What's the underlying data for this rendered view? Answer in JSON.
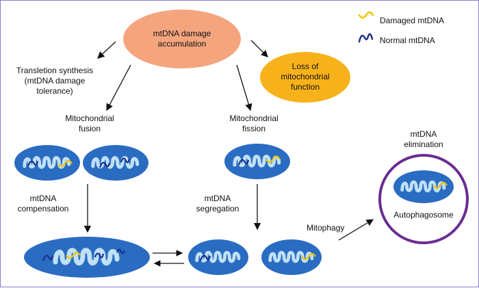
{
  "legend": {
    "damaged": "Damaged mtDNA",
    "normal": "Normal mtDNA"
  },
  "nodes": {
    "accumulation_line1": "mtDNA damage",
    "accumulation_line2": "accumulation",
    "loss_line1": "Loss of",
    "loss_line2": "mitochondrial",
    "loss_line3": "function",
    "translesion_line1": "Transletion synthesis",
    "translesion_line2": "(mtDNA damage",
    "translesion_line3": "tolerance)",
    "fusion_line1": "Mitochondrial",
    "fusion_line2": "fusion",
    "fission_line1": "Mitochondrial",
    "fission_line2": "fission",
    "elimination_line1": "mtDNA",
    "elimination_line2": "elimination",
    "compensation_line1": "mtDNA",
    "compensation_line2": "compensation",
    "segregation_line1": "mtDNA",
    "segregation_line2": "segregation",
    "mitophagy": "Mitophagy",
    "autophagosome": "Autophagosome"
  },
  "colors": {
    "accumulation_fill": "#f4a57e",
    "loss_fill": "#f7b21b",
    "mito_fill": "#2a6cc2",
    "mito_inner": "#bfe0f5",
    "damaged_dna": "#f2c200",
    "normal_dna": "#1b2f88",
    "autophagosome_ring": "#6a2c91",
    "arrow": "#111111"
  }
}
